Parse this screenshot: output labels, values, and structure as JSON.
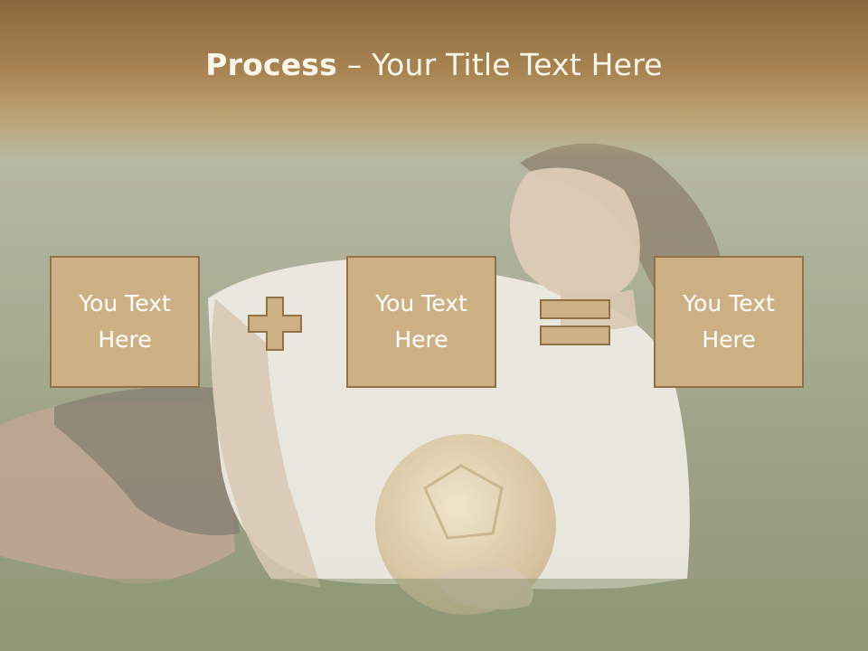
{
  "title": {
    "bold": "Process",
    "separator": " – ",
    "rest": "Your Title Text Here"
  },
  "boxes": [
    {
      "text": "You Text Here"
    },
    {
      "text": "You Text Here"
    },
    {
      "text": "You Text Here"
    }
  ],
  "operators": [
    "plus-icon",
    "equals-icon"
  ],
  "colors": {
    "title_band": "#a88452",
    "box_fill": "#cdb184",
    "box_border": "#8f7248",
    "text": "#ffffff"
  }
}
